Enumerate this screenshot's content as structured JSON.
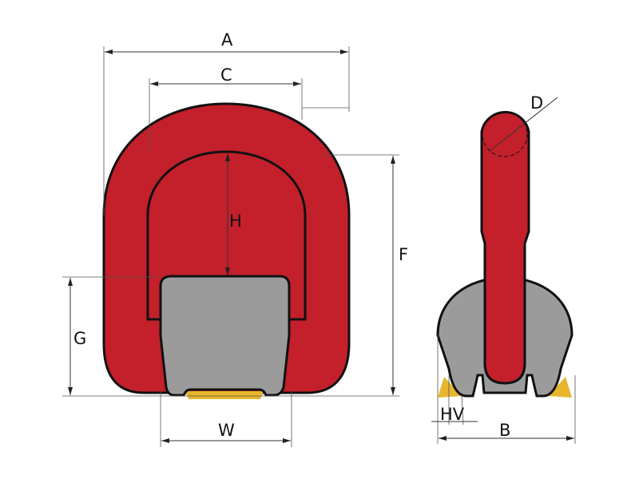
{
  "title": "D-ring weld-on lifting point dimensions",
  "labels": {
    "A": "A",
    "B": "B",
    "C": "C",
    "D": "D",
    "F": "F",
    "G": "G",
    "H": "H",
    "HV": "HV",
    "W": "W"
  },
  "colors": {
    "ring": "#c3202b",
    "block": "#9b9b9b",
    "weld": "#e6b62e",
    "outline": "#111111"
  }
}
